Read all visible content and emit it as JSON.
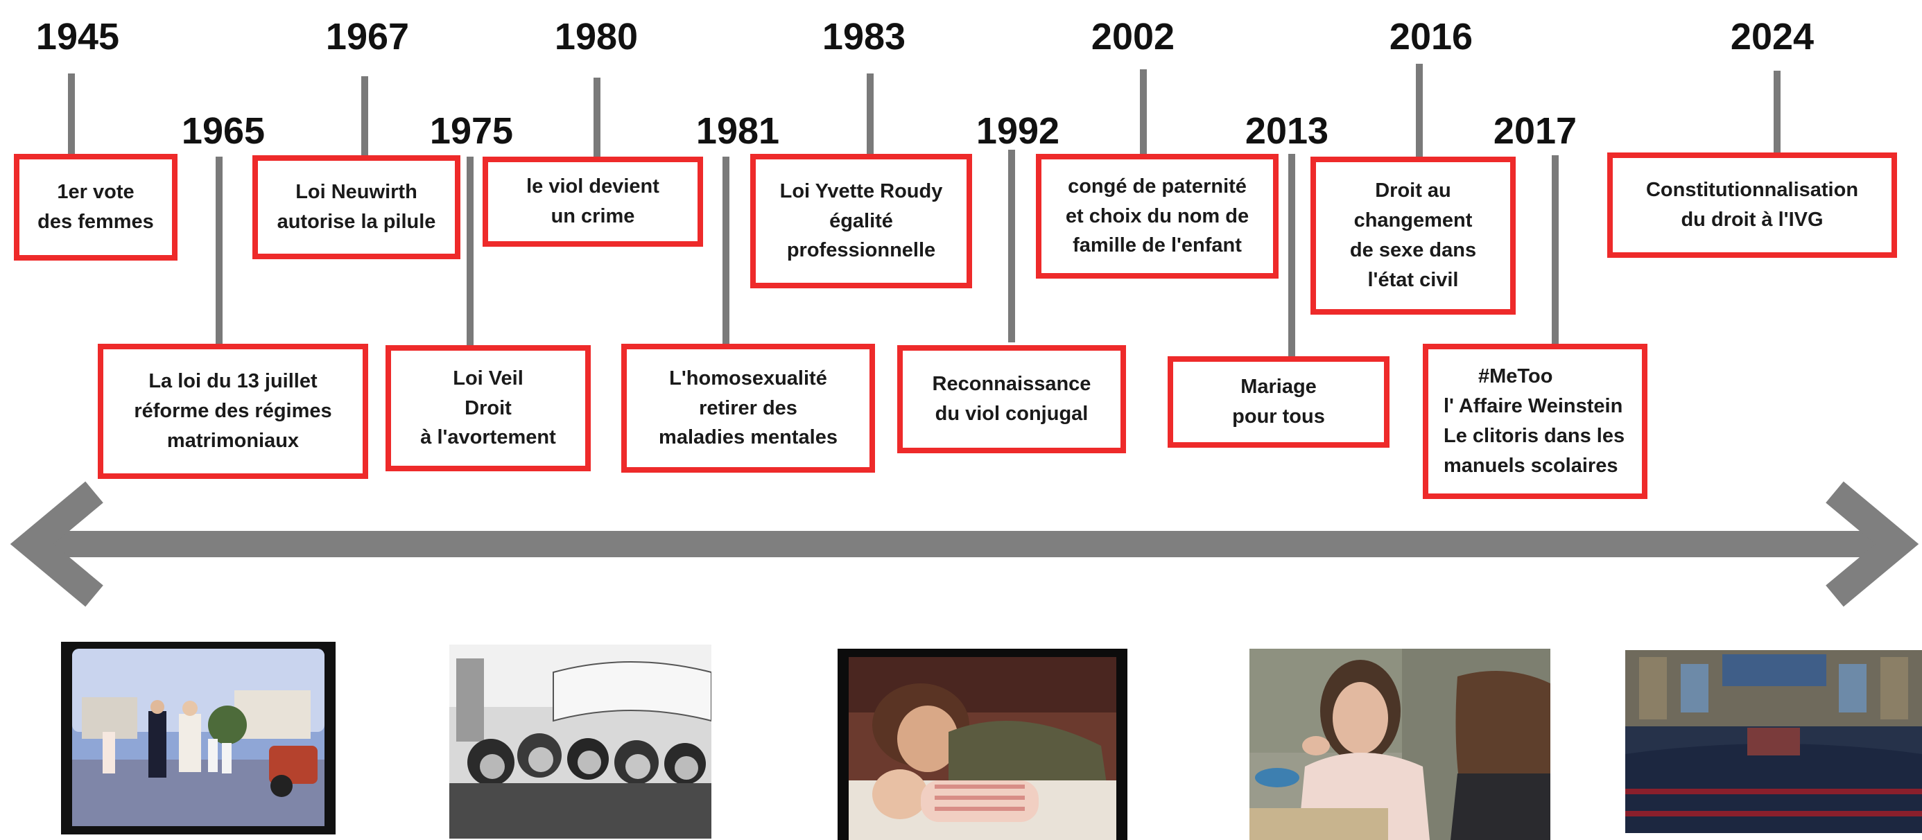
{
  "timeline": {
    "events": [
      {
        "year": "1945",
        "lines": [
          "1er vote",
          "des femmes"
        ]
      },
      {
        "year": "1965",
        "lines": [
          "La loi du 13 juillet",
          "réforme des régimes",
          "matrimoniaux"
        ]
      },
      {
        "year": "1967",
        "lines": [
          "Loi Neuwirth",
          "autorise la pilule"
        ]
      },
      {
        "year": "1975",
        "lines": [
          "Loi Veil",
          "Droit",
          "à l'avortement"
        ]
      },
      {
        "year": "1980",
        "lines": [
          "le viol devient",
          "un crime"
        ]
      },
      {
        "year": "1981",
        "lines": [
          "L'homosexualité",
          "retirer des",
          "maladies mentales"
        ]
      },
      {
        "year": "1983",
        "lines": [
          "Loi Yvette Roudy",
          "égalité",
          "professionnelle"
        ]
      },
      {
        "year": "1992",
        "lines": [
          "Reconnaissance",
          "du viol conjugal"
        ]
      },
      {
        "year": "2002",
        "lines": [
          "congé de paternité",
          "et choix du nom de",
          "famille de l'enfant"
        ]
      },
      {
        "year": "2013",
        "lines": [
          "Mariage",
          "pour tous"
        ]
      },
      {
        "year": "2016",
        "lines": [
          "Droit au",
          "changement",
          "de sexe dans",
          "l'état civil"
        ]
      },
      {
        "year": "2017",
        "lines": [
          "#MeToo",
          "l' Affaire Weinstein",
          "Le clitoris dans les",
          "manuels scolaires"
        ]
      },
      {
        "year": "2024",
        "lines": [
          "Constitutionnalisation",
          "du droit à  l'IVG"
        ]
      }
    ]
  },
  "colors": {
    "box_border": "#ee2a2a",
    "connector": "#7a7a7a",
    "arrow": "#7f7f7f",
    "text": "#1a1a1a"
  },
  "photos": [
    {
      "icon": "couple-walking-photo"
    },
    {
      "icon": "protest-march-photo"
    },
    {
      "icon": "mother-and-baby-photo"
    },
    {
      "icon": "interview-photo"
    },
    {
      "icon": "parliament-congress-photo"
    }
  ]
}
